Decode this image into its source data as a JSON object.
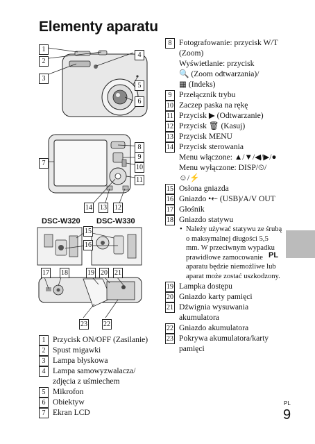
{
  "page": {
    "title": "Elementy aparatu",
    "lang_tab": "PL",
    "footer_lang": "PL",
    "page_number": "9"
  },
  "figures": {
    "model_a": "DSC-W320",
    "model_b": "DSC-W330"
  },
  "callouts": [
    "1",
    "2",
    "3",
    "4",
    "5",
    "6",
    "7",
    "8",
    "9",
    "10",
    "11",
    "12",
    "13",
    "14",
    "15",
    "16",
    "17",
    "18",
    "19",
    "20",
    "21",
    "22",
    "23"
  ],
  "left_items": [
    {
      "n": "1",
      "text": "Przycisk ON/OFF (Zasilanie)"
    },
    {
      "n": "2",
      "text": "Spust migawki"
    },
    {
      "n": "3",
      "text": "Lampa błyskowa"
    },
    {
      "n": "4",
      "text": "Lampa samowyzwalacza/ zdjęcia z uśmiechem"
    },
    {
      "n": "5",
      "text": "Mikrofon"
    },
    {
      "n": "6",
      "text": "Obiektyw"
    },
    {
      "n": "7",
      "text": "Ekran LCD"
    }
  ],
  "right_items": [
    {
      "n": "8",
      "text": "Fotografowanie: przycisk W/T (Zoom)",
      "sub": [
        "Wyświetlanie: przycisk",
        "🔍 (Zoom odtwarzania)/",
        "▦ (Indeks)"
      ]
    },
    {
      "n": "9",
      "text": "Przełącznik trybu"
    },
    {
      "n": "10",
      "text": "Zaczep paska na rękę"
    },
    {
      "n": "11",
      "text": "Przycisk ▶ (Odtwarzanie)"
    },
    {
      "n": "12",
      "text": "Przycisk 🗑 (Kasuj)"
    },
    {
      "n": "13",
      "text": "Przycisk MENU"
    },
    {
      "n": "14",
      "text": "Przycisk sterowania",
      "sub": [
        "Menu włączone: ▲/▼/◀/▶/●",
        "Menu wyłączone: DISP/⏲/",
        "☺/⚡"
      ]
    },
    {
      "n": "15",
      "text": "Osłona gniazda"
    },
    {
      "n": "16",
      "text": "Gniazdo •⇠ (USB)/A/V OUT"
    },
    {
      "n": "17",
      "text": "Głośnik"
    },
    {
      "n": "18",
      "text": "Gniazdo statywu",
      "bullet": "Należy używać statywu ze śrubą o maksymalnej długości 5,5 mm. W przeciwnym wypadku prawidłowe zamocowanie aparatu będzie niemożliwe lub aparat może zostać uszkodzony."
    },
    {
      "n": "19",
      "text": "Lampka dostępu"
    },
    {
      "n": "20",
      "text": "Gniazdo karty pamięci"
    },
    {
      "n": "21",
      "text": "Dźwignia wysuwania akumulatora"
    },
    {
      "n": "22",
      "text": "Gniazdo akumulatora"
    },
    {
      "n": "23",
      "text": "Pokrywa akumulatora/karty pamięci"
    }
  ]
}
